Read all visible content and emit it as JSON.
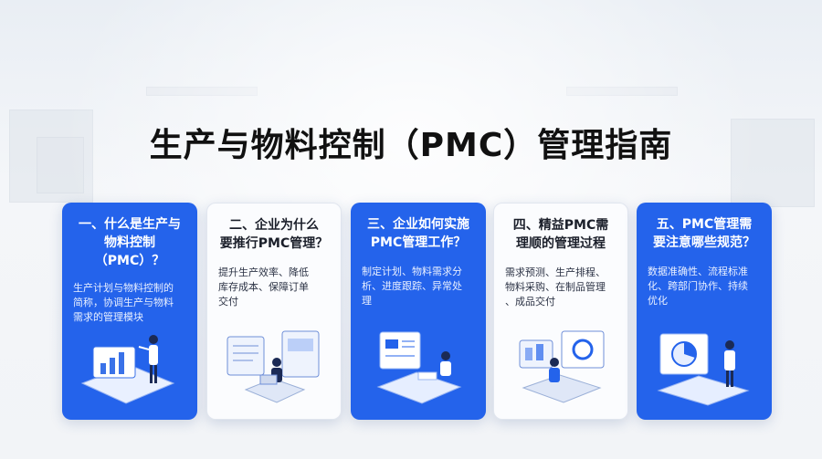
{
  "title": "生产与物料控制（PMC）管理指南",
  "cards": [
    {
      "title": "一、什么是生产与\n物料控制（PMC）？",
      "desc": "生产计划与物料控制的\n简称，协调生产与物料\n需求的管理模块",
      "style": "blue"
    },
    {
      "title": "二、企业为什么\n要推行PMC管理？",
      "desc": "提升生产效率、降低\n库存成本、保障订单\n交付",
      "style": "white"
    },
    {
      "title": "三、企业如何实施\nPMC管理工作？",
      "desc": "制定计划、物料需求分\n析、进度跟踪、异常处\n理",
      "style": "blue"
    },
    {
      "title": "四、精益PMC需\n理顺的管理过程",
      "desc": "需求预测、生产排程、\n物料采购、在制品管理\n、成品交付",
      "style": "white"
    },
    {
      "title": "五、PMC管理需\n要注意哪些规范？",
      "desc": "数据准确性、流程标准\n化、跨部门协作、持续\n优化",
      "style": "blue"
    }
  ],
  "colors": {
    "primary": "#2463eb",
    "card_light": "#fbfcfe"
  },
  "illustrations": [
    "bar-chart-presenter-illustration",
    "person-at-laptop-illustration",
    "person-at-desk-monitor-illustration",
    "person-with-dashboard-illustration",
    "person-with-pie-chart-illustration"
  ]
}
